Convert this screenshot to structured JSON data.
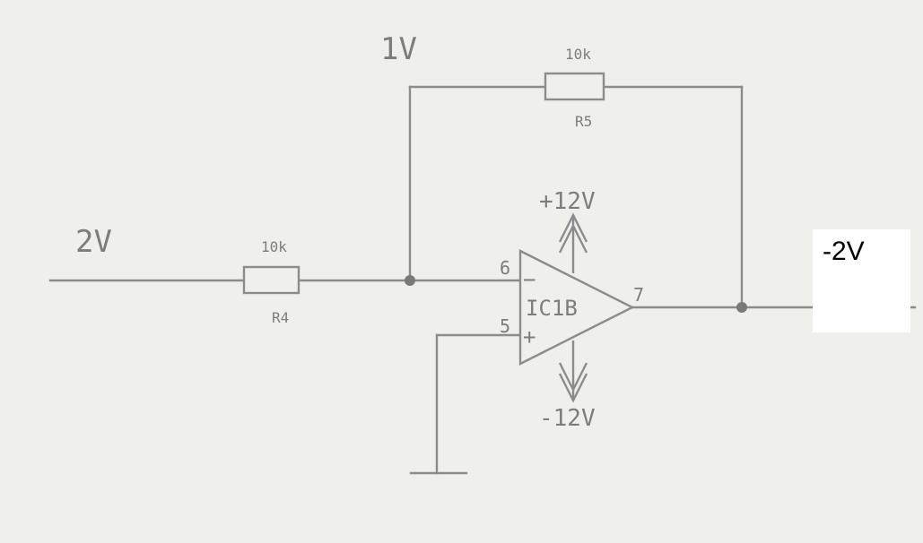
{
  "labels": {
    "input_voltage": "2V",
    "node_voltage": "1V",
    "output_voltage": "-2V",
    "positive_rail": "+12V",
    "negative_rail": "-12V"
  },
  "components": {
    "r4": {
      "name": "R4",
      "value": "10k"
    },
    "r5": {
      "name": "R5",
      "value": "10k"
    },
    "opamp": {
      "name": "IC1B",
      "pin_inverting": "6",
      "pin_noninverting": "5",
      "pin_output": "7",
      "sign_minus": "−",
      "sign_plus": "+"
    }
  }
}
